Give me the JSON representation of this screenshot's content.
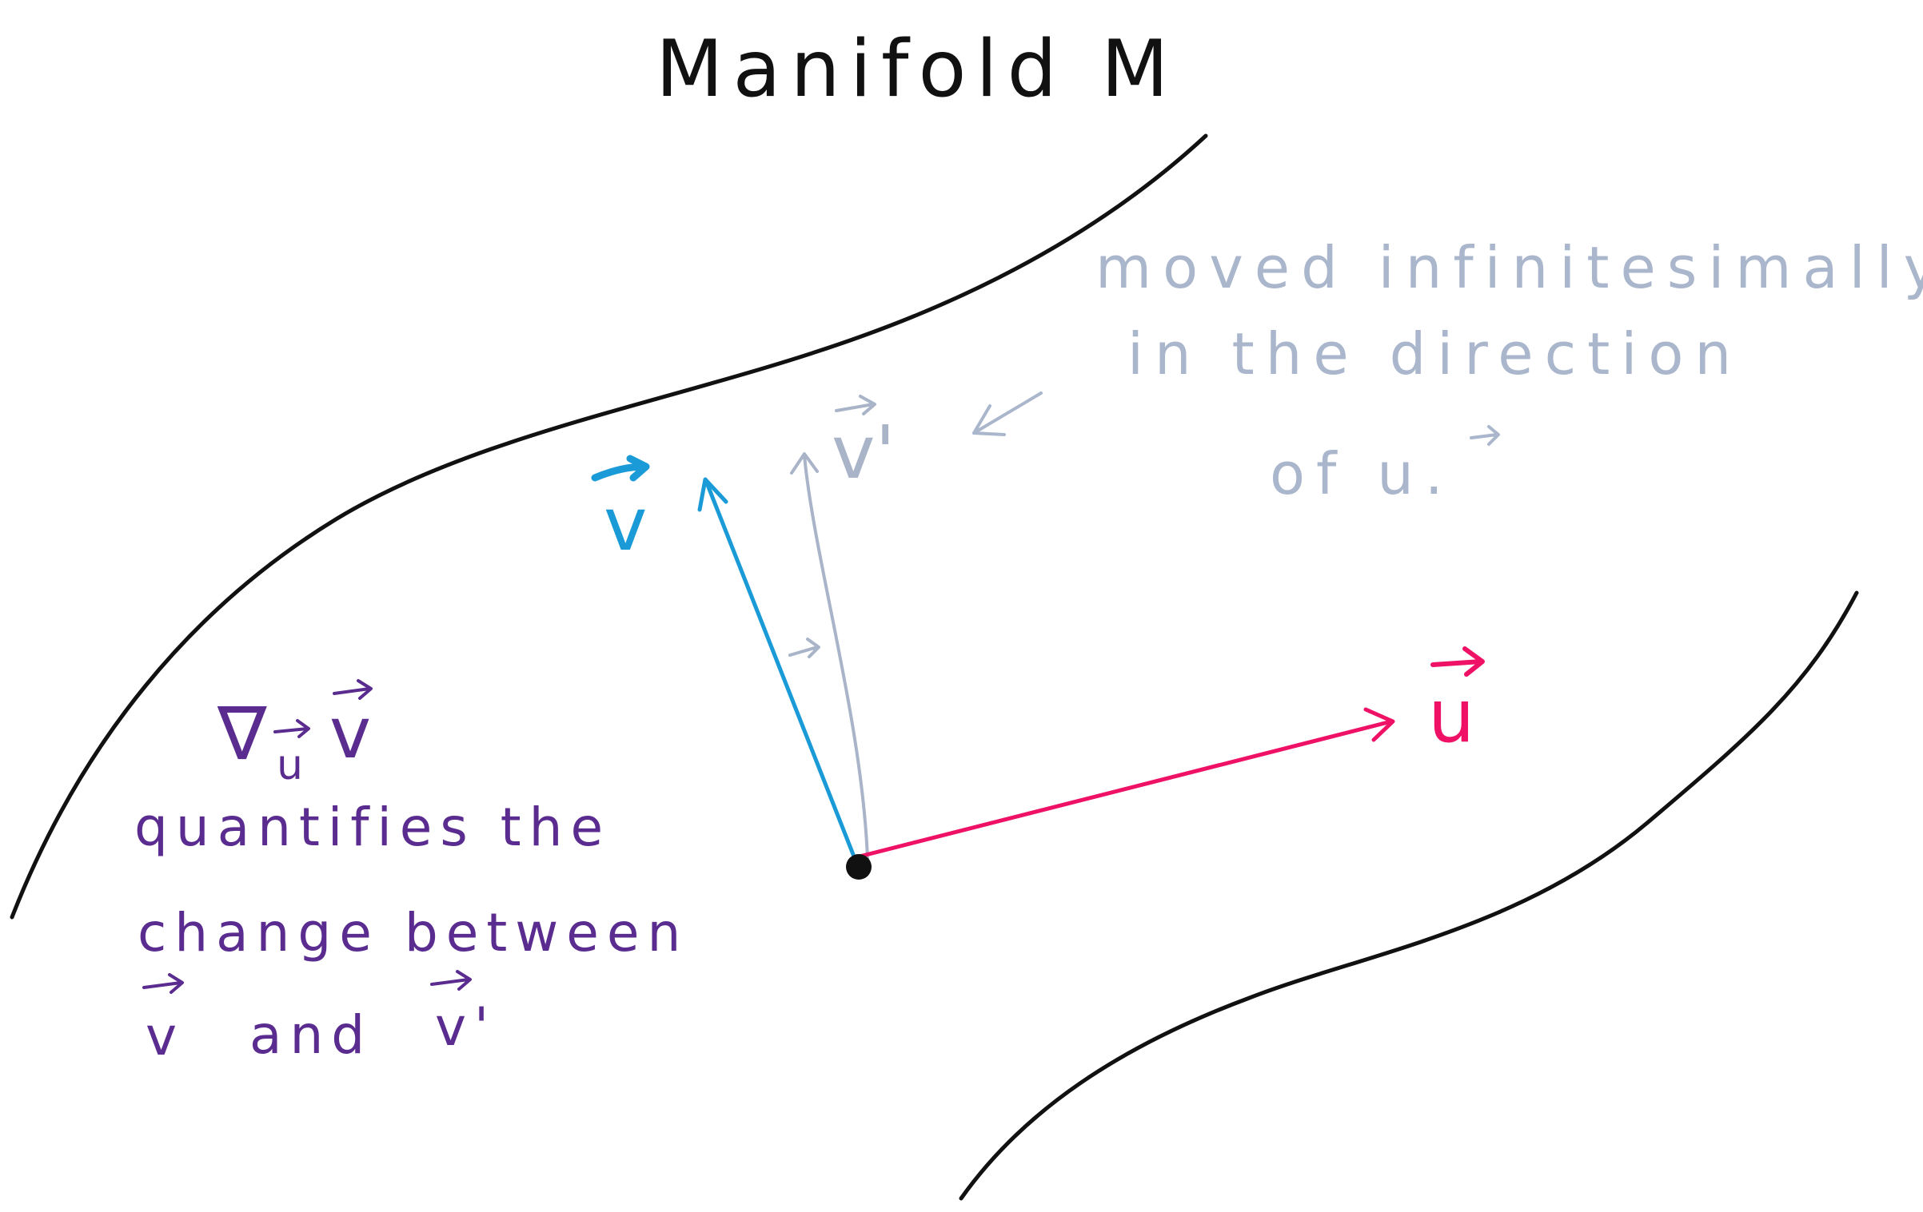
{
  "title": "Manifold M",
  "colors": {
    "ink": "#111111",
    "vector_v": "#1a9bd7",
    "vector_u": "#ee1166",
    "vector_v_prime": "#a9b4c8",
    "note": "#aab6cc",
    "explanation": "#5b2c8f"
  },
  "labels": {
    "v": "v",
    "v_prime": "v'",
    "u": "u"
  },
  "note": {
    "line1": "moved infinitesimally",
    "line2": "in the direction",
    "line3": "of u."
  },
  "explanation": {
    "operator_symbol": "∇",
    "operator_subscript": "u",
    "operator_vector": "v",
    "line1": "quantifies the",
    "line2": "change between",
    "line3_v": "v",
    "line3_and": "and",
    "line3_v_prime": "v'"
  }
}
